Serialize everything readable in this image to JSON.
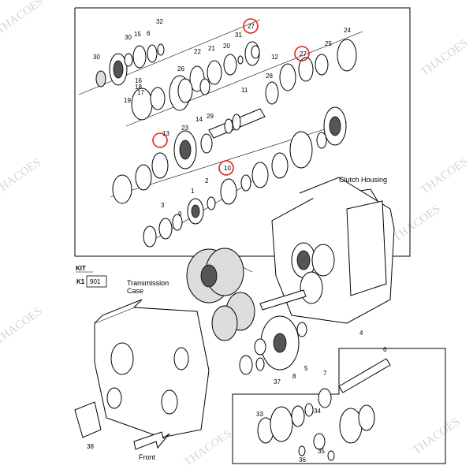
{
  "watermark": "THACOES",
  "labels": {
    "clutch_housing": "Clutch Housing",
    "transmission_case_1": "Transmission",
    "transmission_case_2": "Case",
    "front": "Front",
    "kit": "KIT",
    "kit_code": "K1",
    "kit_number": "901"
  },
  "highlighted_part": "27",
  "callouts": [
    "32",
    "30",
    "15",
    "6",
    "30",
    "16",
    "18",
    "19",
    "17",
    "26",
    "22",
    "21",
    "20",
    "31",
    "27",
    "28",
    "11",
    "12",
    "25",
    "24",
    "27",
    "14",
    "23",
    "29",
    "13",
    "10",
    "9",
    "1",
    "2",
    "3",
    "4",
    "5",
    "6",
    "7",
    "8",
    "33",
    "34",
    "35",
    "36",
    "37",
    "38"
  ]
}
